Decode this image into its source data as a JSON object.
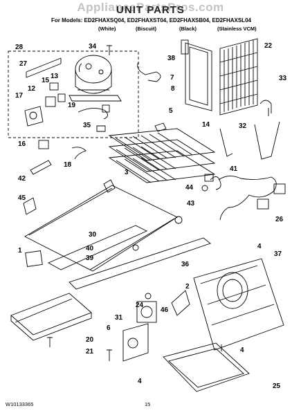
{
  "watermark": "AppliancePartsPros.com",
  "title": "UNIT PARTS",
  "models": "For Models: ED2FHAXSQ04, ED2FHAXST04, ED2FHAXSB04, ED2FHAXSL04",
  "variants": [
    "(White)",
    "(Biscuit)",
    "(Black)",
    "(Stainless VCM)"
  ],
  "doc_number": "W10133365",
  "page_number": "15",
  "callouts": [
    "28",
    "34",
    "38",
    "22",
    "27",
    "13",
    "12",
    "15",
    "17",
    "19",
    "35",
    "7",
    "8",
    "5",
    "33",
    "14",
    "32",
    "16",
    "18",
    "42",
    "3",
    "41",
    "44",
    "45",
    "43",
    "26",
    "1",
    "30",
    "40",
    "39",
    "36",
    "4",
    "37",
    "2",
    "24",
    "46",
    "6",
    "31",
    "20",
    "21",
    "4",
    "25",
    "4"
  ]
}
